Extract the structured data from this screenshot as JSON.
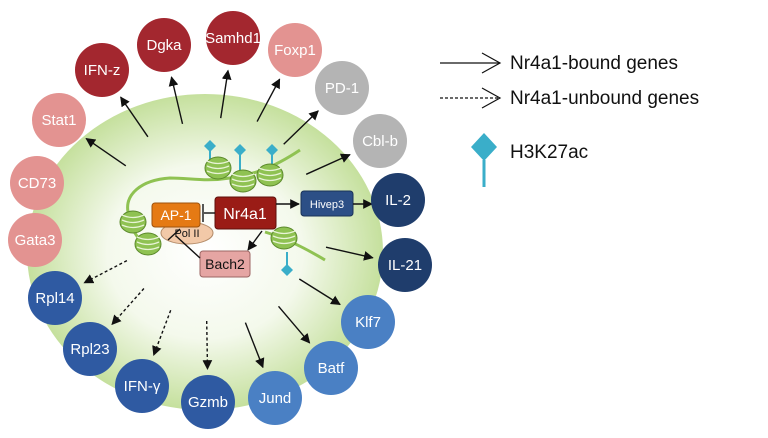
{
  "colors": {
    "red_dark": "#a3272f",
    "pink": "#e39391",
    "gray": "#b4b4b4",
    "navy": "#1f3d6c",
    "blue_mid": "#2f5aa2",
    "blue_light": "#4a80c4",
    "teal": "#3aaec9",
    "orange": "#e57a14",
    "nr4a1": "#9a1c16",
    "hivep3": "#2c4f86",
    "bach2": "#e5a5a3",
    "nucleosome": "#8fc252",
    "halo": "#c8e2a4"
  },
  "legend": {
    "bound": "Nr4a1-bound genes",
    "unbound": "Nr4a1-unbound genes",
    "h3k27ac": "H3K27ac"
  },
  "genes": [
    {
      "label": "Dgka",
      "color": "red_dark",
      "arrow": "solid"
    },
    {
      "label": "Samhd1",
      "color": "red_dark",
      "arrow": "solid"
    },
    {
      "label": "Foxp1",
      "color": "pink",
      "arrow": "solid"
    },
    {
      "label": "PD-1",
      "color": "gray",
      "arrow": "solid"
    },
    {
      "label": "Cbl-b",
      "color": "gray",
      "arrow": "solid"
    },
    {
      "label": "IL-2",
      "color": "navy",
      "arrow": "none"
    },
    {
      "label": "IL-21",
      "color": "navy",
      "arrow": "solid"
    },
    {
      "label": "Klf7",
      "color": "blue_light",
      "arrow": "solid"
    },
    {
      "label": "Batf",
      "color": "blue_light",
      "arrow": "solid"
    },
    {
      "label": "Jund",
      "color": "blue_light",
      "arrow": "solid"
    },
    {
      "label": "Gzmb",
      "color": "blue_mid",
      "arrow": "dashed"
    },
    {
      "label": "IFN-γ",
      "color": "blue_mid",
      "arrow": "dashed"
    },
    {
      "label": "Rpl23",
      "color": "blue_mid",
      "arrow": "dashed"
    },
    {
      "label": "Rpl14",
      "color": "blue_mid",
      "arrow": "dashed"
    },
    {
      "label": "Gata3",
      "color": "pink",
      "arrow": "none"
    },
    {
      "label": "CD73",
      "color": "pink",
      "arrow": "none"
    },
    {
      "label": "Stat1",
      "color": "pink",
      "arrow": "solid"
    },
    {
      "label": "IFN-z",
      "color": "red_dark",
      "arrow": "solid"
    }
  ],
  "center": {
    "nr4a1": "Nr4a1",
    "ap1": "AP-1",
    "hivep3": "Hivep3",
    "pol2": "Pol II",
    "bach2": "Bach2"
  }
}
